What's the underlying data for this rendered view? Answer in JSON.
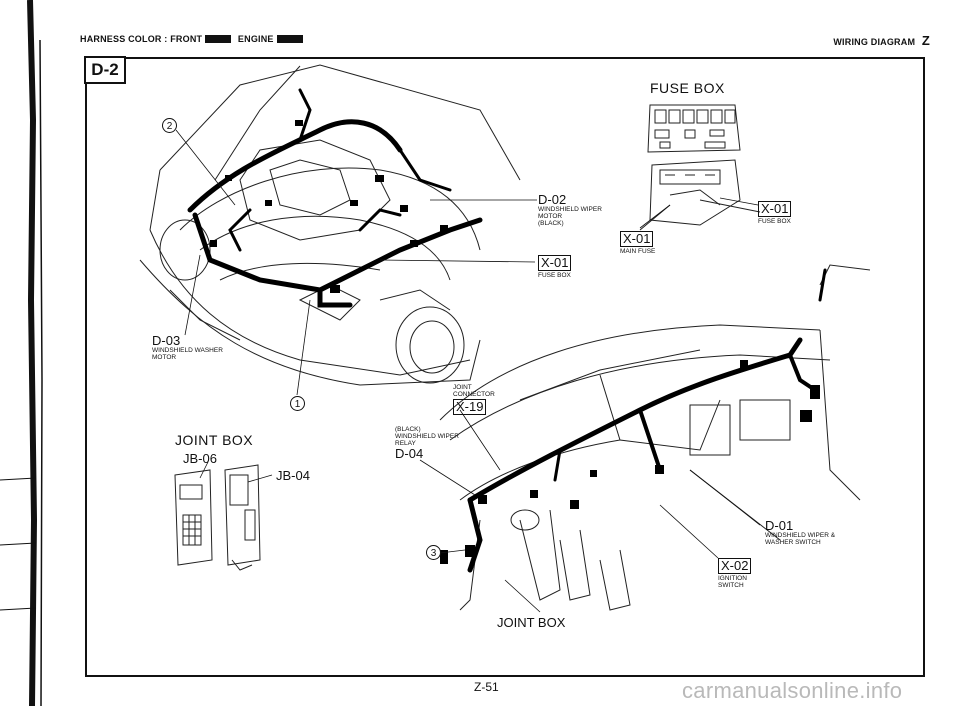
{
  "header": {
    "harness_color_label": "HARNESS COLOR :",
    "front_label": "FRONT",
    "engine_label": "ENGINE",
    "diagram_title": "WIRING DIAGRAM",
    "diagram_code": "Z"
  },
  "section_code": "D-2",
  "callouts": {
    "circle_2": "2",
    "circle_1": "1",
    "circle_3": "3",
    "d02": {
      "code": "D-02",
      "desc": [
        "WINDSHIELD WIPER",
        "MOTOR",
        "(BLACK)"
      ]
    },
    "x01_engine": {
      "code": "X-01",
      "desc": "FUSE BOX"
    },
    "d03": {
      "code": "D-03",
      "desc": [
        "WINDSHIELD WASHER",
        "MOTOR"
      ]
    },
    "joint_connector": {
      "desc": [
        "JOINT",
        "CONNECTOR"
      ],
      "code": "X-19"
    },
    "d04": {
      "desc": [
        "(BLACK)",
        "WINDSHIELD WIPER",
        "RELAY"
      ],
      "code": "D-04"
    },
    "d01": {
      "code": "D-01",
      "desc": [
        "WINDSHIELD WIPER &",
        "WASHER SWITCH"
      ]
    },
    "x02": {
      "code": "X-02",
      "desc": [
        "IGNITION",
        "SWITCH"
      ]
    }
  },
  "fuse_box": {
    "title": "FUSE BOX",
    "x01_right": {
      "code": "X-01",
      "desc": "FUSE BOX"
    },
    "x01_main": {
      "code": "X-01",
      "desc": "MAIN FUSE"
    }
  },
  "joint_box_left": {
    "title": "JOINT BOX",
    "jb06": "JB-06",
    "jb04": "JB-04"
  },
  "joint_box_bottom": "JOINT BOX",
  "page_number": "Z-51",
  "watermark": "carmanualsonline.info"
}
